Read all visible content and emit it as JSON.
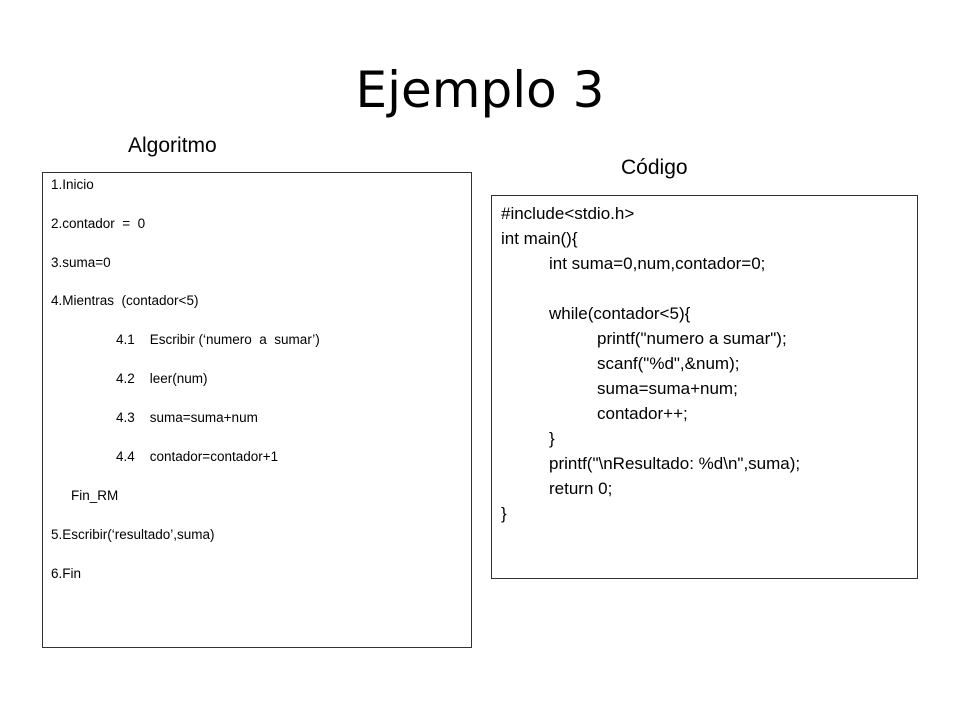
{
  "slide": {
    "title": "Ejemplo 3",
    "algorithm_label": "Algoritmo",
    "code_label": "Código"
  },
  "algorithm": {
    "lines": [
      {
        "text": "1.Inicio",
        "indent": 0
      },
      {
        "text": "2.contador  =  0",
        "indent": 0
      },
      {
        "text": "3.suma=0",
        "indent": 0
      },
      {
        "text": "4.Mientras  (contador<5)",
        "indent": 0
      },
      {
        "text": "4.1    Escribir (‘numero  a  sumar’)",
        "indent": 2
      },
      {
        "text": "4.2    leer(num)",
        "indent": 2
      },
      {
        "text": "4.3    suma=suma+num",
        "indent": 2
      },
      {
        "text": "4.4    contador=contador+1",
        "indent": 2
      },
      {
        "text": "Fin_RM",
        "indent": 1
      },
      {
        "text": "5.Escribir(‘resultado’,suma)",
        "indent": 0
      },
      {
        "text": "6.Fin",
        "indent": 0
      }
    ]
  },
  "code": {
    "lines": [
      {
        "text": "#include<stdio.h>",
        "indent": 0
      },
      {
        "text": "int main(){",
        "indent": 0
      },
      {
        "text": "int suma=0,num,contador=0;",
        "indent": 1
      },
      {
        "text": "",
        "indent": 0
      },
      {
        "text": "while(contador<5){",
        "indent": 1
      },
      {
        "text": "printf(\"numero a sumar\");",
        "indent": 2
      },
      {
        "text": "scanf(\"%d\",&num);",
        "indent": 2
      },
      {
        "text": "suma=suma+num;",
        "indent": 2
      },
      {
        "text": "contador++;",
        "indent": 2
      },
      {
        "text": "}",
        "indent": 1
      },
      {
        "text": "printf(\"\\nResultado: %d\\n\",suma);",
        "indent": 1
      },
      {
        "text": "return 0;",
        "indent": 1
      },
      {
        "text": "}",
        "indent": 0
      }
    ]
  }
}
